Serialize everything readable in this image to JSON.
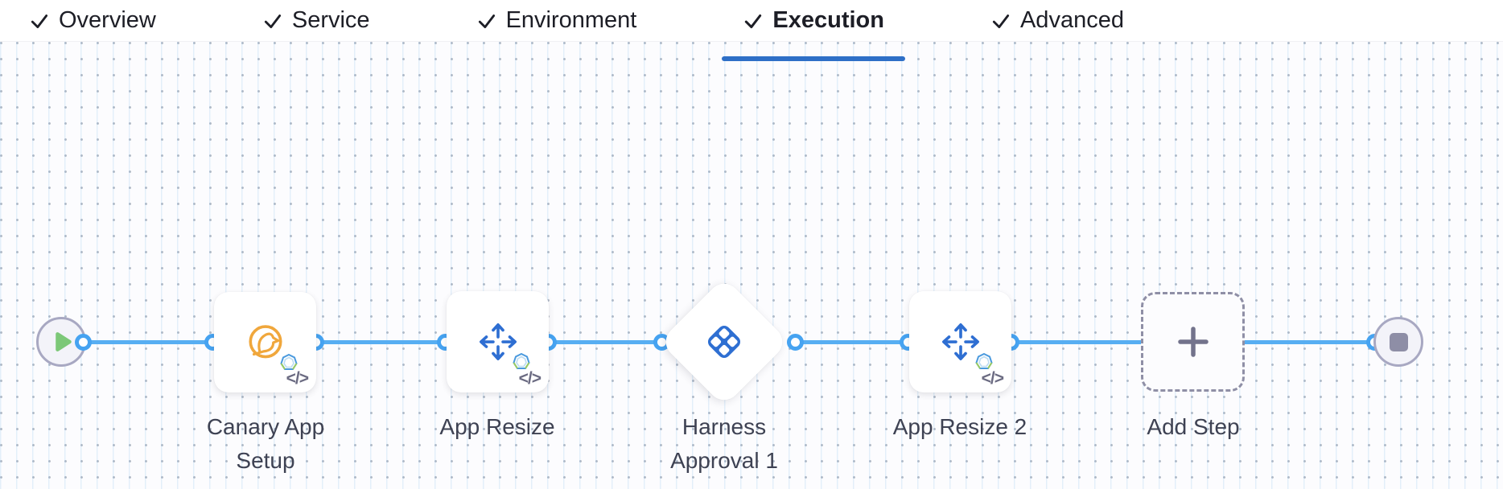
{
  "tab_bar": {
    "tabs": [
      {
        "label": "Overview",
        "checked": true,
        "active": false
      },
      {
        "label": "Service",
        "checked": true,
        "active": false
      },
      {
        "label": "Environment",
        "checked": true,
        "active": false
      },
      {
        "label": "Execution",
        "checked": true,
        "active": true
      },
      {
        "label": "Advanced",
        "checked": true,
        "active": false
      }
    ],
    "active_tab": "Execution",
    "underline_color": "#2e6fc7"
  },
  "pipeline": {
    "nodes": [
      {
        "id": "start",
        "type": "start-node",
        "icon": "play-icon"
      },
      {
        "id": "canary-app-setup",
        "type": "step-card",
        "label": "Canary App Setup",
        "icon": "canary-icon",
        "badge_icon": "hexagon-badge-icon",
        "code_badge": "</>"
      },
      {
        "id": "app-resize",
        "type": "step-card",
        "label": "App Resize",
        "icon": "move-arrows-icon",
        "badge_icon": "hexagon-badge-icon",
        "code_badge": "</>"
      },
      {
        "id": "harness-approval-1",
        "type": "approval-diamond",
        "label": "Harness Approval 1",
        "icon": "harness-logo-icon"
      },
      {
        "id": "app-resize-2",
        "type": "step-card",
        "label": "App Resize 2",
        "icon": "move-arrows-icon",
        "badge_icon": "hexagon-badge-icon",
        "code_badge": "</>"
      },
      {
        "id": "add-step",
        "type": "add-step-node",
        "label": "Add Step",
        "icon": "plus-icon"
      },
      {
        "id": "end",
        "type": "end-node",
        "icon": "stop-icon"
      }
    ],
    "colors": {
      "connector_line": "#57aef2",
      "connector_port": "#46a3f1",
      "play_green": "#7cc878",
      "canary_orange": "#f0a73c",
      "step_blue": "#2e6ed2",
      "harness_logo_blue": "#2e6fd2",
      "label_text": "#3e4253",
      "add_step_dash": "#8f8fa6",
      "end_stop_gray": "#8e8ea6"
    }
  }
}
